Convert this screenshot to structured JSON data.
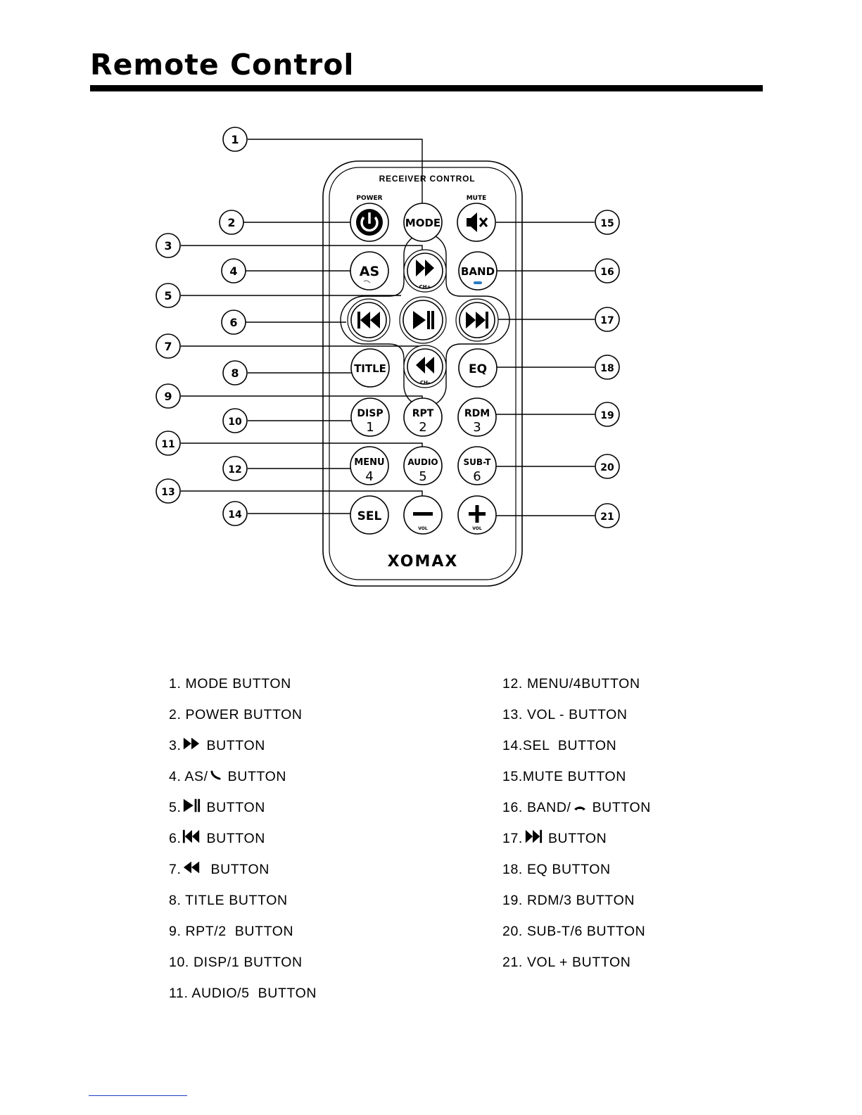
{
  "page": {
    "title": "Remote Control"
  },
  "remote": {
    "header": "RECEIVER CONTROL",
    "brand": "XOMAX",
    "labels": {
      "power": "POWER",
      "mute": "MUTE",
      "ch_plus": "CH+",
      "ch_minus": "CH-",
      "vol": "VOL"
    },
    "buttons": {
      "mode": "MODE",
      "as": "AS",
      "band": "BAND",
      "title": "TITLE",
      "eq": "EQ",
      "disp": "DISP",
      "disp_num": "1",
      "rpt": "RPT",
      "rpt_num": "2",
      "rdm": "RDM",
      "rdm_num": "3",
      "menu": "MENU",
      "menu_num": "4",
      "audio": "AUDIO",
      "audio_num": "5",
      "subt": "SUB-T",
      "subt_num": "6",
      "sel": "SEL"
    }
  },
  "callouts": [
    "1",
    "2",
    "3",
    "4",
    "5",
    "6",
    "7",
    "8",
    "9",
    "10",
    "11",
    "12",
    "13",
    "14",
    "15",
    "16",
    "17",
    "18",
    "19",
    "20",
    "21"
  ],
  "legend": {
    "left": [
      {
        "num": "1.",
        "text": " MODE BUTTON"
      },
      {
        "num": "2.",
        "text": " POWER BUTTON"
      },
      {
        "num": "3.",
        "icon": "fast-forward-icon",
        "text": " BUTTON"
      },
      {
        "num": "4.",
        "pre": " AS/",
        "icon": "answer-call-icon",
        "text": " BUTTON"
      },
      {
        "num": "5.",
        "icon": "play-pause-icon",
        "text": " BUTTON"
      },
      {
        "num": "6.",
        "icon": "previous-track-icon",
        "text": " BUTTON"
      },
      {
        "num": "7.",
        "icon": "rewind-icon",
        "text": "  BUTTON"
      },
      {
        "num": "8.",
        "text": " TITLE BUTTON"
      },
      {
        "num": "9.",
        "text": " RPT/2  BUTTON"
      },
      {
        "num": "10.",
        "text": " DISP/1 BUTTON"
      },
      {
        "num": "11.",
        "text": " AUDIO/5  BUTTON"
      }
    ],
    "right": [
      {
        "num": "12.",
        "text": " MENU/4BUTTON"
      },
      {
        "num": "13.",
        "text": " VOL - BUTTON"
      },
      {
        "num": "14.",
        "text": "SEL  BUTTON"
      },
      {
        "num": "15.",
        "text": "MUTE BUTTON"
      },
      {
        "num": "16.",
        "pre": " BAND/",
        "icon": "hang-up-icon",
        "text": " BUTTON"
      },
      {
        "num": "17.",
        "icon": "next-track-icon",
        "text": " BUTTON"
      },
      {
        "num": "18.",
        "text": " EQ BUTTON"
      },
      {
        "num": "19.",
        "text": " RDM/3 BUTTON"
      },
      {
        "num": "20.",
        "text": " SUB-T/6 BUTTON"
      },
      {
        "num": "21.",
        "text": " VOL + BUTTON"
      }
    ]
  }
}
